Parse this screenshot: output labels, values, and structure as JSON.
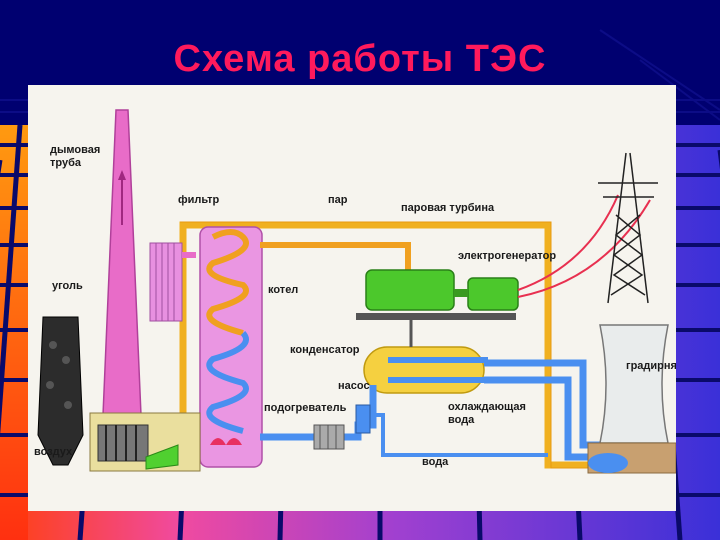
{
  "slide": {
    "title": "Схема работы ТЭС"
  },
  "diagram": {
    "labels": {
      "chimney": "дымовая\nтруба",
      "filter": "фильтр",
      "steam": "пар",
      "steam_turbine": "паровая турбина",
      "generator": "электрогенератор",
      "coal": "уголь",
      "boiler": "котел",
      "condenser": "конденсатор",
      "pump": "насос",
      "heater": "подогреватель",
      "cooling_tower": "градирня",
      "cooling_water": "охлаждающая\nвода",
      "air": "воздух",
      "water": "вода"
    }
  },
  "colors": {
    "background": "#000070",
    "grid_lines": "#1010a8",
    "title": "#ff1a5c",
    "steam_pipe": "#f0b020",
    "water_pipe": "#4a8ff0",
    "boiler": "#e890e0",
    "turbine": "#50d030",
    "condenser": "#f5d040"
  }
}
